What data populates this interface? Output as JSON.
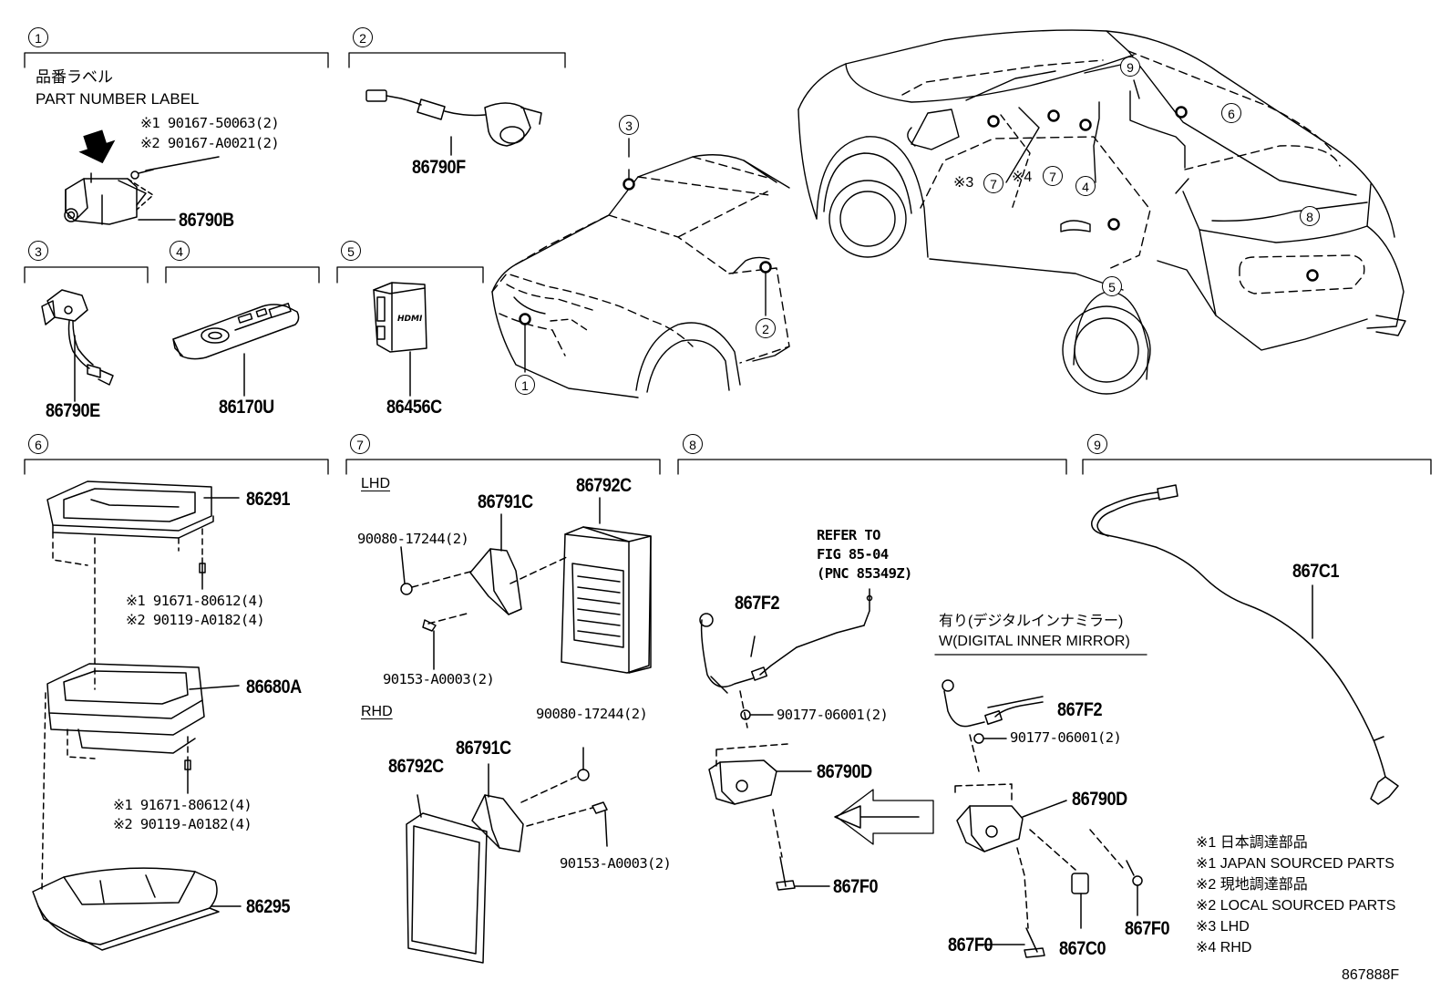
{
  "sections": {
    "s1": {
      "num": "1",
      "label_jp": "品番ラベル",
      "label_en": "PART NUMBER LABEL",
      "bolt1": "※1 90167-50063(2)",
      "bolt2": "※2 90167-A0021(2)",
      "part": "86790B"
    },
    "s2": {
      "num": "2",
      "part": "86790F"
    },
    "s3": {
      "num": "3",
      "part": "86790E"
    },
    "s4": {
      "num": "4",
      "part": "86170U"
    },
    "s5": {
      "num": "5",
      "part": "86456C",
      "module_text": "HDMI"
    },
    "s6": {
      "num": "6",
      "part_top": "86291",
      "screw1a": "※1 91671-80612(4)",
      "screw1b": "※2 90119-A0182(4)",
      "part_mid": "86680A",
      "screw2a": "※1 91671-80612(4)",
      "screw2b": "※2 90119-A0182(4)",
      "part_bot": "86295"
    },
    "s7": {
      "num": "7",
      "lhd": "LHD",
      "rhd": "RHD",
      "bracket": "86791C",
      "ecu": "86792C",
      "nut": "90080-17244(2)",
      "bolt": "90153-A0003(2)",
      "bracket_r": "86791C",
      "ecu_r": "86792C",
      "nut_r": "90080-17244(2)",
      "bolt_r": "90153-A0003(2)"
    },
    "s8": {
      "num": "8",
      "refer1": "REFER TO",
      "refer2": "FIG 85-04",
      "refer3": "(PNC 85349Z)",
      "wire": "867F2",
      "grommet": "90177-06001(2)",
      "camera": "86790D",
      "screw": "867F0",
      "digital_jp": "有り(デジタルインナミラー)",
      "digital_en": "W(DIGITAL INNER MIRROR)",
      "wire_d": "867F2",
      "grommet_d": "90177-06001(2)",
      "camera_d": "86790D",
      "screw_d1": "867F0",
      "screw_d2": "867F0",
      "cover_d": "867C0"
    },
    "s9": {
      "num": "9",
      "part": "867C1"
    }
  },
  "car_callouts": {
    "front": [
      "3",
      "2",
      "1"
    ],
    "rear": [
      "9",
      "6",
      "7",
      "7",
      "4",
      "5",
      "8"
    ],
    "lhd_mark": "※3",
    "rhd_mark": "※4"
  },
  "notes": [
    "※1 日本調達部品",
    "※1 JAPAN SOURCED PARTS",
    "※2 現地調達部品",
    "※2 LOCAL SOURCED PARTS",
    "※3 LHD",
    "※4 RHD"
  ],
  "figure_id": "867888F"
}
